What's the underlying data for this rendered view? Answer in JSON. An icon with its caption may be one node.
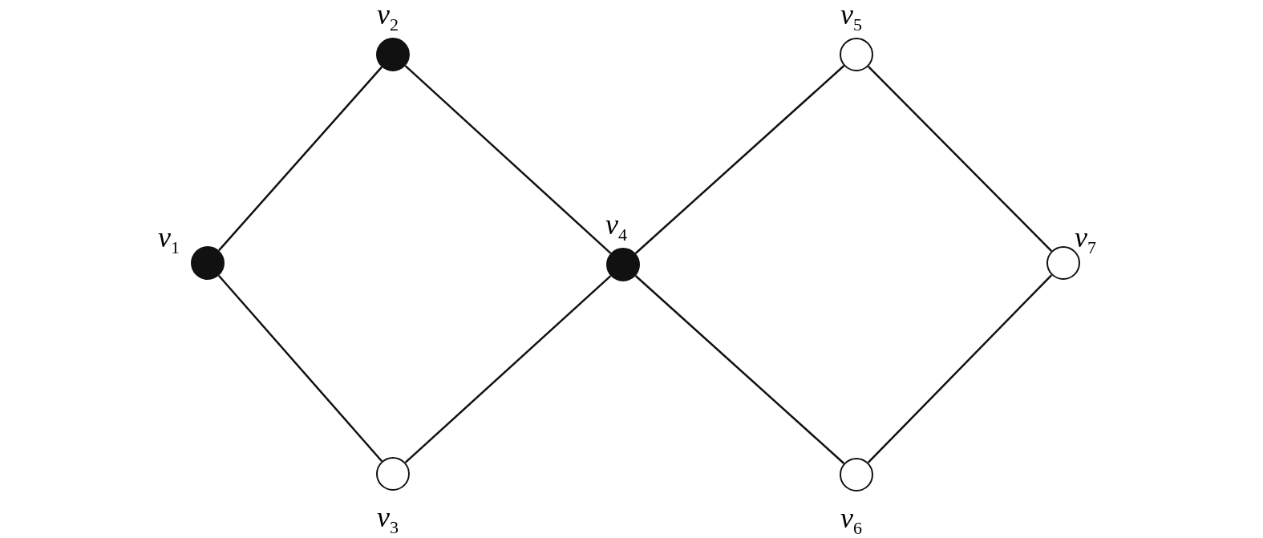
{
  "diagram": {
    "nodes": [
      {
        "text": [],
        "shape": "dot",
        "beside": [
          "*v*$_{1}$"
        ]
      },
      {
        "text": [],
        "shape": "dot",
        "beside": [
          "*v*$_{2}$"
        ]
      },
      {
        "text": [],
        "shape": "circle",
        "beside": [
          "*v*$_{3}$"
        ]
      },
      {
        "text": [],
        "shape": "dot",
        "beside": [
          "*v*$_{4}$"
        ]
      },
      {
        "text": [],
        "shape": "circle",
        "beside": [
          "*v*$_{5}$"
        ]
      },
      {
        "text": [],
        "shape": "circle",
        "beside": [
          "*v*$_{6}$"
        ]
      },
      {
        "text": [],
        "shape": "circle",
        "beside": [
          "*v*$_{7}$"
        ]
      }
    ],
    "edges": [
      {
        "from": 0,
        "to": 1,
        "arrow": "none"
      },
      {
        "from": 0,
        "to": 2,
        "arrow": "none"
      },
      {
        "from": 1,
        "to": 3,
        "arrow": "none"
      },
      {
        "from": 2,
        "to": 3,
        "arrow": "none"
      },
      {
        "from": 3,
        "to": 4,
        "arrow": "none"
      },
      {
        "from": 3,
        "to": 5,
        "arrow": "none"
      },
      {
        "from": 4,
        "to": 6,
        "arrow": "none"
      },
      {
        "from": 5,
        "to": 6,
        "arrow": "none"
      }
    ]
  }
}
